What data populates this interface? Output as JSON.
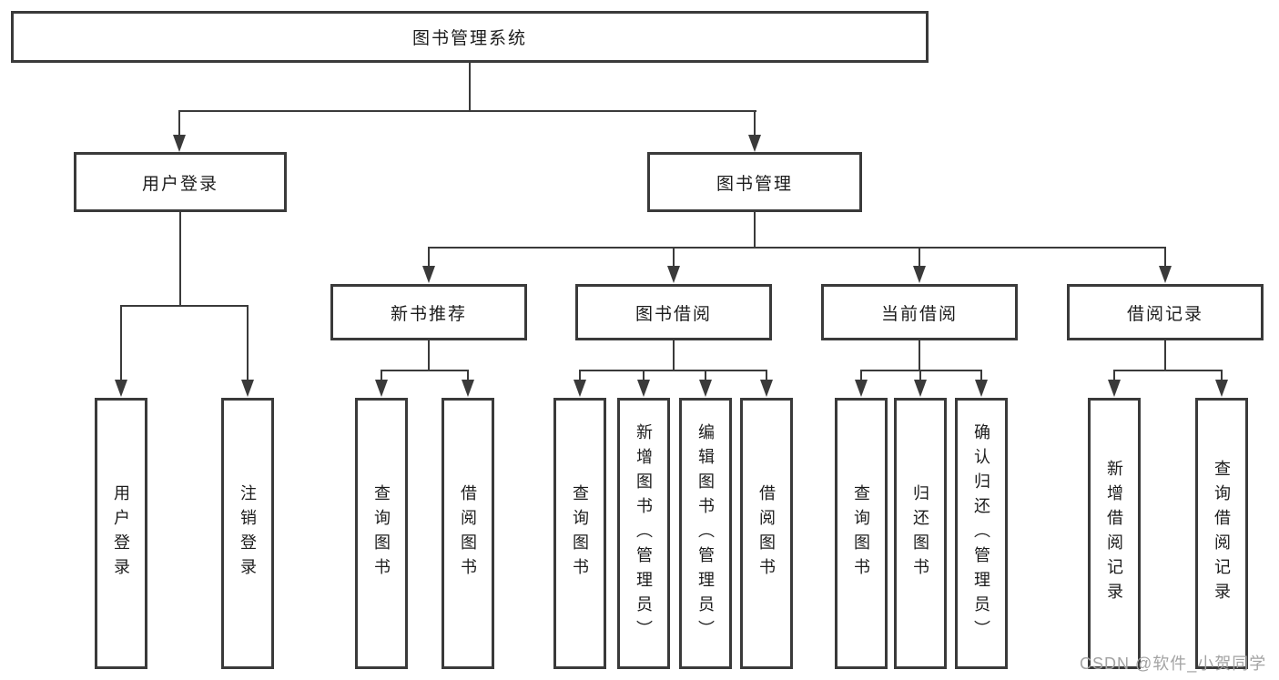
{
  "diagram": {
    "title": "图书管理系统",
    "branches": [
      {
        "label": "用户登录",
        "leaves": [
          "用户登录",
          "注销登录"
        ]
      },
      {
        "label": "图书管理",
        "groups": [
          {
            "label": "新书推荐",
            "leaves": [
              "查询图书",
              "借阅图书"
            ]
          },
          {
            "label": "图书借阅",
            "leaves": [
              "查询图书",
              "新增图书（管理员）",
              "编辑图书（管理员）",
              "借阅图书"
            ]
          },
          {
            "label": "当前借阅",
            "leaves": [
              "查询图书",
              "归还图书",
              "确认归还（管理员）"
            ]
          },
          {
            "label": "借阅记录",
            "leaves": [
              "新增借阅记录",
              "查询借阅记录"
            ]
          }
        ]
      }
    ]
  },
  "watermark": {
    "text": "CSDN @软件_小贺同学"
  },
  "colors": {
    "line": "#3a3a3a",
    "text": "#1c1c1c",
    "background": "#ffffff",
    "watermark": "#a3a3a3"
  }
}
